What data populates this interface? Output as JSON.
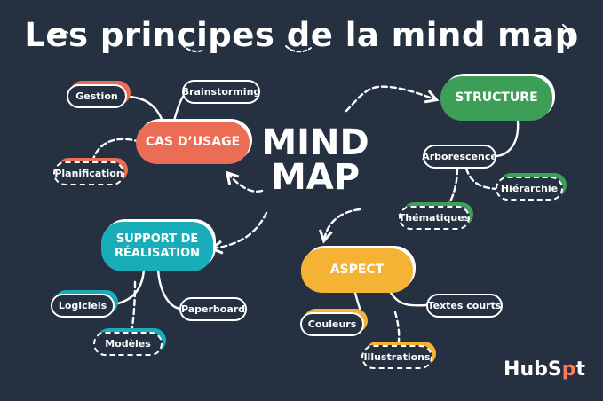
{
  "title": "Les principes de la mind map",
  "center": {
    "line1": "MIND",
    "line2": "MAP"
  },
  "branches": {
    "cas_usage": {
      "label": "CAS D’USAGE",
      "color": "#ec6d56"
    },
    "structure": {
      "label": "STRUCTURE",
      "color": "#3d9e57"
    },
    "support": {
      "line1": "SUPPORT DE",
      "line2": "RÉALISATION",
      "color": "#18adb8"
    },
    "aspect": {
      "label": "ASPECT",
      "color": "#f5b335"
    }
  },
  "leaves": {
    "gestion": "Gestion",
    "brainstorming": "Brainstorming",
    "planification": "Planification",
    "arborescence": "Arborescence",
    "hierarchie": "Hiérarchie",
    "thematiques": "Thématiques",
    "logiciels": "Logiciels",
    "paperboard": "Paperboard",
    "modeles": "Modèles",
    "textes_courts": "Textes courts",
    "couleurs": "Couleurs",
    "illustrations": "Illustrations"
  },
  "brand": {
    "part1": "HubS",
    "part2": "p",
    "part3": "t"
  },
  "colors": {
    "background": "#253141",
    "text": "#ffffff",
    "brand_orange": "#ff7a59"
  }
}
